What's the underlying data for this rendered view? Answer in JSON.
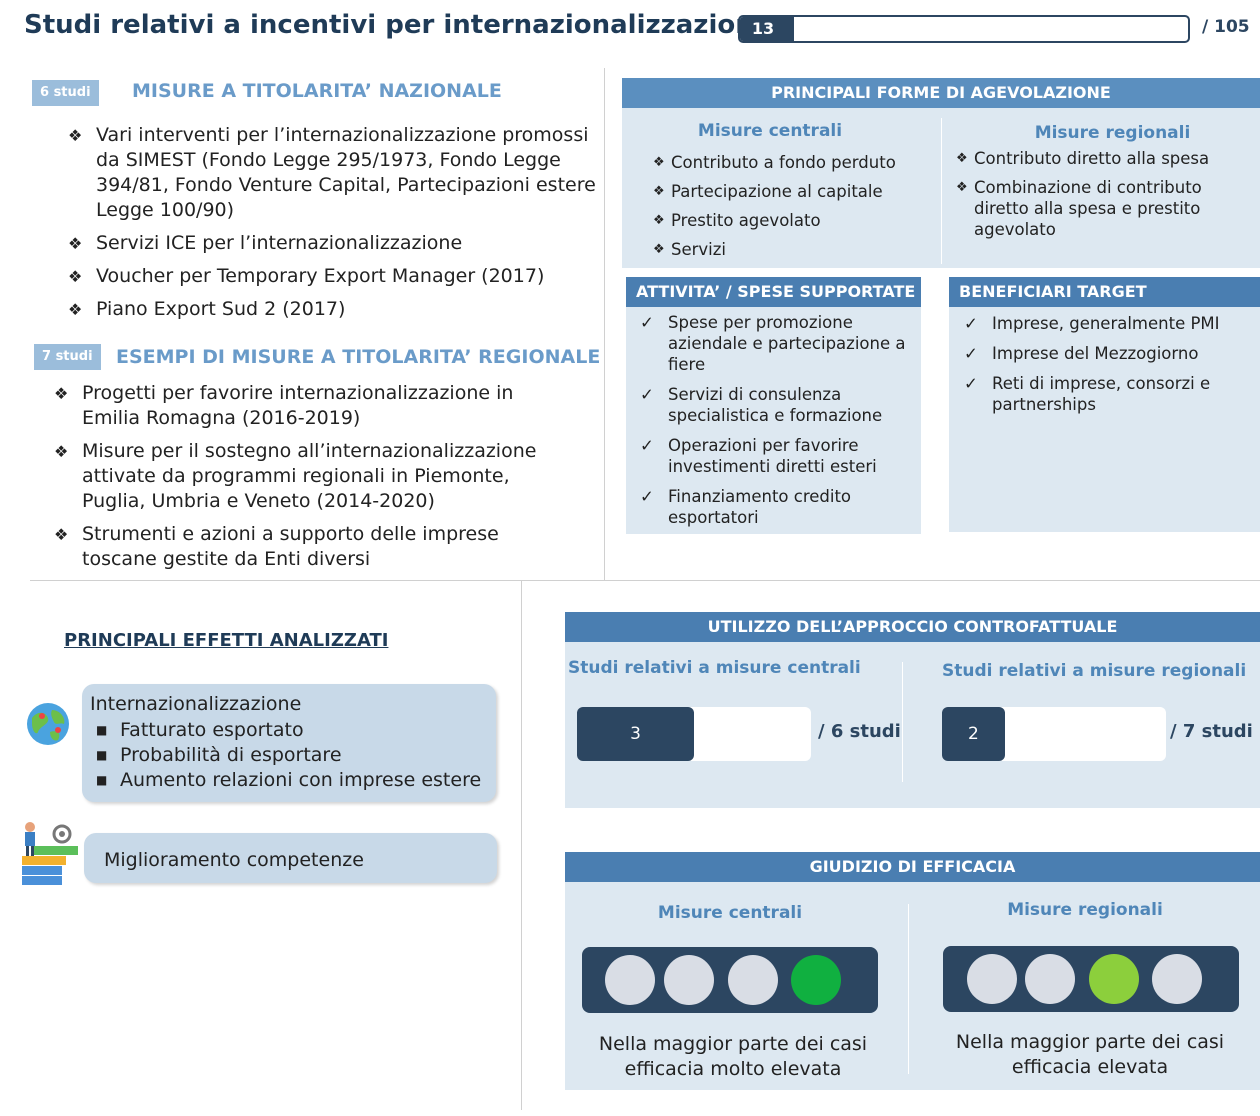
{
  "header": {
    "title": "Studi relativi a incentivi per internazionalizzazione",
    "progress_current": "13",
    "progress_total": "/ 105",
    "progress_fraction": 0.12
  },
  "nazionale": {
    "badge": "6 studi",
    "heading": "MISURE A TITOLARITA’ NAZIONALE",
    "items": [
      "Vari interventi per l’internazionalizzazione promossi da SIMEST (Fondo Legge 295/1973, Fondo Legge 394/81, Fondo Venture Capital, Partecipazioni estere Legge 100/90)",
      "Servizi ICE per l’internazionalizzazione",
      "Voucher per Temporary Export Manager (2017)",
      "Piano Export Sud 2 (2017)"
    ]
  },
  "regionale": {
    "badge": "7 studi",
    "heading": "ESEMPI DI MISURE A TITOLARITA’ REGIONALE",
    "items": [
      "Progetti per favorire internazionalizzazione in Emilia Romagna (2016-2019)",
      "Misure per il sostegno all’internazionalizzazione attivate da programmi regionali in Piemonte, Puglia, Umbria e Veneto (2014-2020)",
      "Strumenti e azioni a supporto delle imprese toscane gestite da Enti diversi"
    ]
  },
  "forme": {
    "heading": "PRINCIPALI FORME DI AGEVOLAZIONE",
    "centrali_title": "Misure centrali",
    "centrali": [
      "Contributo a fondo perduto",
      "Partecipazione al capitale",
      "Prestito agevolato",
      "Servizi"
    ],
    "regionali_title": "Misure regionali",
    "regionali": [
      "Contributo diretto alla spesa",
      "Combinazione di  contributo diretto alla spesa e prestito agevolato"
    ]
  },
  "attivita": {
    "heading": "ATTIVITA’ / SPESE SUPPORTATE",
    "items": [
      "Spese per promozione aziendale e partecipazione a fiere",
      "Servizi di consulenza specialistica e formazione",
      "Operazioni per favorire investimenti diretti esteri",
      "Finanziamento credito esportatori"
    ]
  },
  "beneficiari": {
    "heading": "BENEFICIARI TARGET",
    "items": [
      "Imprese, generalmente PMI",
      "Imprese del Mezzogiorno",
      "Reti di imprese, consorzi e partnerships"
    ]
  },
  "effetti": {
    "heading": "PRINCIPALI EFFETTI ANALIZZATI",
    "box1_title": "Internazionalizzazione",
    "box1_items": [
      "Fatturato esportato",
      "Probabilità di esportare",
      "Aumento relazioni con imprese estere"
    ],
    "box2_title": "Miglioramento competenze"
  },
  "controfattuale": {
    "heading": "UTILIZZO DELL’APPROCCIO CONTROFATTUALE",
    "centrali_title": "Studi relativi a misure centrali",
    "centrali_value": "3",
    "centrali_total": "/ 6 studi",
    "centrali_fraction": 0.5,
    "regionali_title": "Studi relativi a misure regionali",
    "regionali_value": "2",
    "regionali_total": "/ 7 studi",
    "regionali_fraction": 0.28
  },
  "giudizio": {
    "heading": "GIUDIZIO DI EFFICACIA",
    "centrali_title": "Misure centrali",
    "centrali_level": 4,
    "centrali_color": "#10b040",
    "centrali_text": "Nella maggior parte dei casi efficacia molto elevata",
    "regionali_title": "Misure regionali",
    "regionali_level": 3,
    "regionali_color": "#8ccf3c",
    "regionali_text": "Nella maggior parte dei casi efficacia elevata"
  }
}
